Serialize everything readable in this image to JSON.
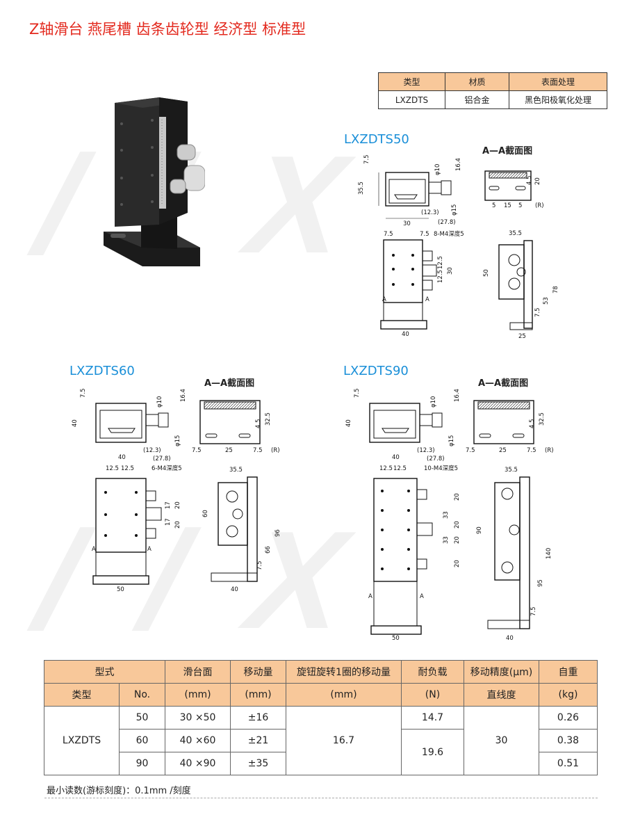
{
  "title": "Z轴滑台 燕尾槽 齿条齿轮型 经济型 标准型",
  "material_table": {
    "headers": [
      "类型",
      "材质",
      "表面处理"
    ],
    "row": [
      "LXZDTS",
      "铝合金",
      "黑色阳极氧化处理"
    ]
  },
  "models": {
    "m50": "LXZDTS50",
    "m60": "LXZDTS60",
    "m90": "LXZDTS90"
  },
  "section_label": "A—A截面图",
  "dims50": {
    "d7_5": "7.5",
    "d35_5": "35.5",
    "phi10": "φ10",
    "d16_4": "16.4",
    "phi15": "φ15",
    "d12_3": "(12.3)",
    "d30": "30",
    "d27_8": "(27.8)",
    "top7_5a": "7.5",
    "top7_5b": "7.5",
    "hole": "8-M4深度5",
    "d12_5a": "12.5",
    "d12_5b": "12.5",
    "d30v": "30",
    "a1": "A",
    "a2": "A",
    "d40": "40",
    "s4_5": "4.5",
    "s20": "20",
    "s5a": "5",
    "s15": "15",
    "s5b": "5",
    "r": "(R)",
    "f35_5": "35.5",
    "f50": "50",
    "f78": "78",
    "f53": "53",
    "f7_5": "7.5",
    "f25": "25"
  },
  "dims60": {
    "d7_5": "7.5",
    "d40": "40",
    "phi10": "φ10",
    "d16_4": "16.4",
    "phi15": "φ15",
    "d12_3": "(12.3)",
    "d40w": "40",
    "d27_8": "(27.8)",
    "d12_5a": "12.5",
    "d12_5b": "12.5",
    "hole": "6-M4深度5",
    "d17a": "17",
    "d20a": "20",
    "d17b": "17",
    "d20b": "20",
    "a1": "A",
    "a2": "A",
    "d50": "50",
    "s4_5": "4.5",
    "s32_5": "32.5",
    "s7_5a": "7.5",
    "s25": "25",
    "s7_5b": "7.5",
    "r": "(R)",
    "f35_5": "35.5",
    "f60": "60",
    "f96": "96",
    "f66": "66",
    "f7_5": "7.5",
    "f40": "40"
  },
  "dims90": {
    "d7_5": "7.5",
    "d40": "40",
    "phi10": "φ10",
    "d16_4": "16.4",
    "phi15": "φ15",
    "d12_3": "(12.3)",
    "d40w": "40",
    "d27_8": "(27.8)",
    "d12_5a": "12.5",
    "d12_5b": "12.5",
    "hole": "10-M4深度5",
    "d20a": "20",
    "d33a": "33",
    "d33b": "33",
    "d20b": "20",
    "d20c": "20",
    "d20d": "20",
    "a1": "A",
    "a2": "A",
    "d50": "50",
    "s4_5": "4.5",
    "s32_5": "32.5",
    "s7_5a": "7.5",
    "s25": "25",
    "s7_5b": "7.5",
    "r": "(R)",
    "f35_5": "35.5",
    "f90": "90",
    "f140": "140",
    "f95": "95",
    "f7_5": "7.5",
    "f40": "40"
  },
  "spec_table": {
    "h_model": "型式",
    "h_type": "类型",
    "h_no": "No.",
    "h_slide": "滑台面",
    "h_slide_unit": "(mm)",
    "h_travel": "移动量",
    "h_travel_unit": "(mm)",
    "h_rot": "旋钮旋转1圈的移动量",
    "h_rot_unit": "(mm)",
    "h_load": "耐负载",
    "h_load_unit": "(N)",
    "h_acc": "移动精度(μm)",
    "h_acc_sub": "直线度",
    "h_weight": "自重",
    "h_weight_unit": "(kg)",
    "type": "LXZDTS",
    "rows": [
      {
        "no": "50",
        "slide": "30 ×50",
        "travel": "±16",
        "weight": "0.26"
      },
      {
        "no": "60",
        "slide": "40 ×60",
        "travel": "±21",
        "weight": "0.38"
      },
      {
        "no": "90",
        "slide": "40 ×90",
        "travel": "±35",
        "weight": "0.51"
      }
    ],
    "rot": "16.7",
    "load1": "14.7",
    "load2": "19.6",
    "acc": "30"
  },
  "footnote": "最小读数(游标刻度)：0.1mm /刻度"
}
